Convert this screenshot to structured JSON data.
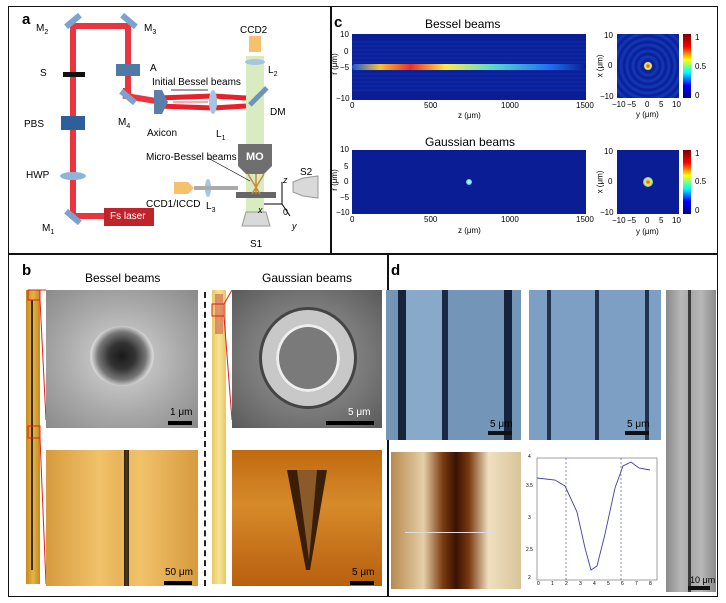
{
  "panel_a": {
    "letter": "a",
    "labels": {
      "m2": "M",
      "m2_sub": "2",
      "m3": "M",
      "m3_sub": "3",
      "m4": "M",
      "m4_sub": "4",
      "m1": "M",
      "m1_sub": "1",
      "s": "S",
      "a": "A",
      "pbs": "PBS",
      "hwp": "HWP",
      "fs_laser": "Fs laser",
      "initial_bessel": "Initial Bessel beams",
      "axicon": "Axicon",
      "l1": "L",
      "l1_sub": "1",
      "l2": "L",
      "l2_sub": "2",
      "l3": "L",
      "l3_sub": "3",
      "dm": "DM",
      "ccd2": "CCD2",
      "micro_bessel": "Micro-Bessel beams",
      "mo": "MO",
      "s2": "S2",
      "s1": "S1",
      "ccd1": "CCD1/ICCD",
      "axis_z": "z",
      "axis_x": "x",
      "axis_y": "y",
      "axis_o": "0"
    }
  },
  "panel_c": {
    "letter": "c",
    "bessel_title": "Bessel beams",
    "gaussian_title": "Gaussian beams",
    "long_ylabel": "r (μm)",
    "long_xlabel": "z (μm)",
    "long_yticks": [
      "10",
      "0",
      "−5",
      "−10"
    ],
    "long_xticks": [
      "0",
      "500",
      "1000",
      "1500"
    ],
    "small_ylabel": "x (μm)",
    "small_xlabel": "y (μm)",
    "small_yticks": [
      "10",
      "0",
      "−10"
    ],
    "small_xticks": [
      "−10",
      "−5",
      "0",
      "5",
      "10"
    ],
    "g_long_yticks": [
      "10",
      "5",
      "0",
      "−5",
      "−10"
    ],
    "cbar_ticks": [
      "1",
      "0.5",
      "0"
    ],
    "colors": {
      "colormap": [
        "#00007f",
        "#0000ff",
        "#00ffff",
        "#ffff00",
        "#ff0000",
        "#7f0000"
      ]
    }
  },
  "panel_b": {
    "letter": "b",
    "bessel_title": "Bessel beams",
    "gaussian_title": "Gaussian beams",
    "scale_sem_bessel": "1 μm",
    "scale_sem_gauss": "5 μm",
    "scale_opt_bessel": "50 μm",
    "scale_opt_gauss": "5 μm"
  },
  "panel_d": {
    "letter": "d",
    "scale_left": "5 μm",
    "scale_right": "5 μm",
    "scale_sem": "10 μm",
    "profile_yticks": [
      "4",
      "3.5",
      "3",
      "2.5",
      "2"
    ],
    "profile_xticks": [
      "0",
      "1",
      "2",
      "3",
      "4",
      "5",
      "6",
      "7",
      "8"
    ]
  }
}
